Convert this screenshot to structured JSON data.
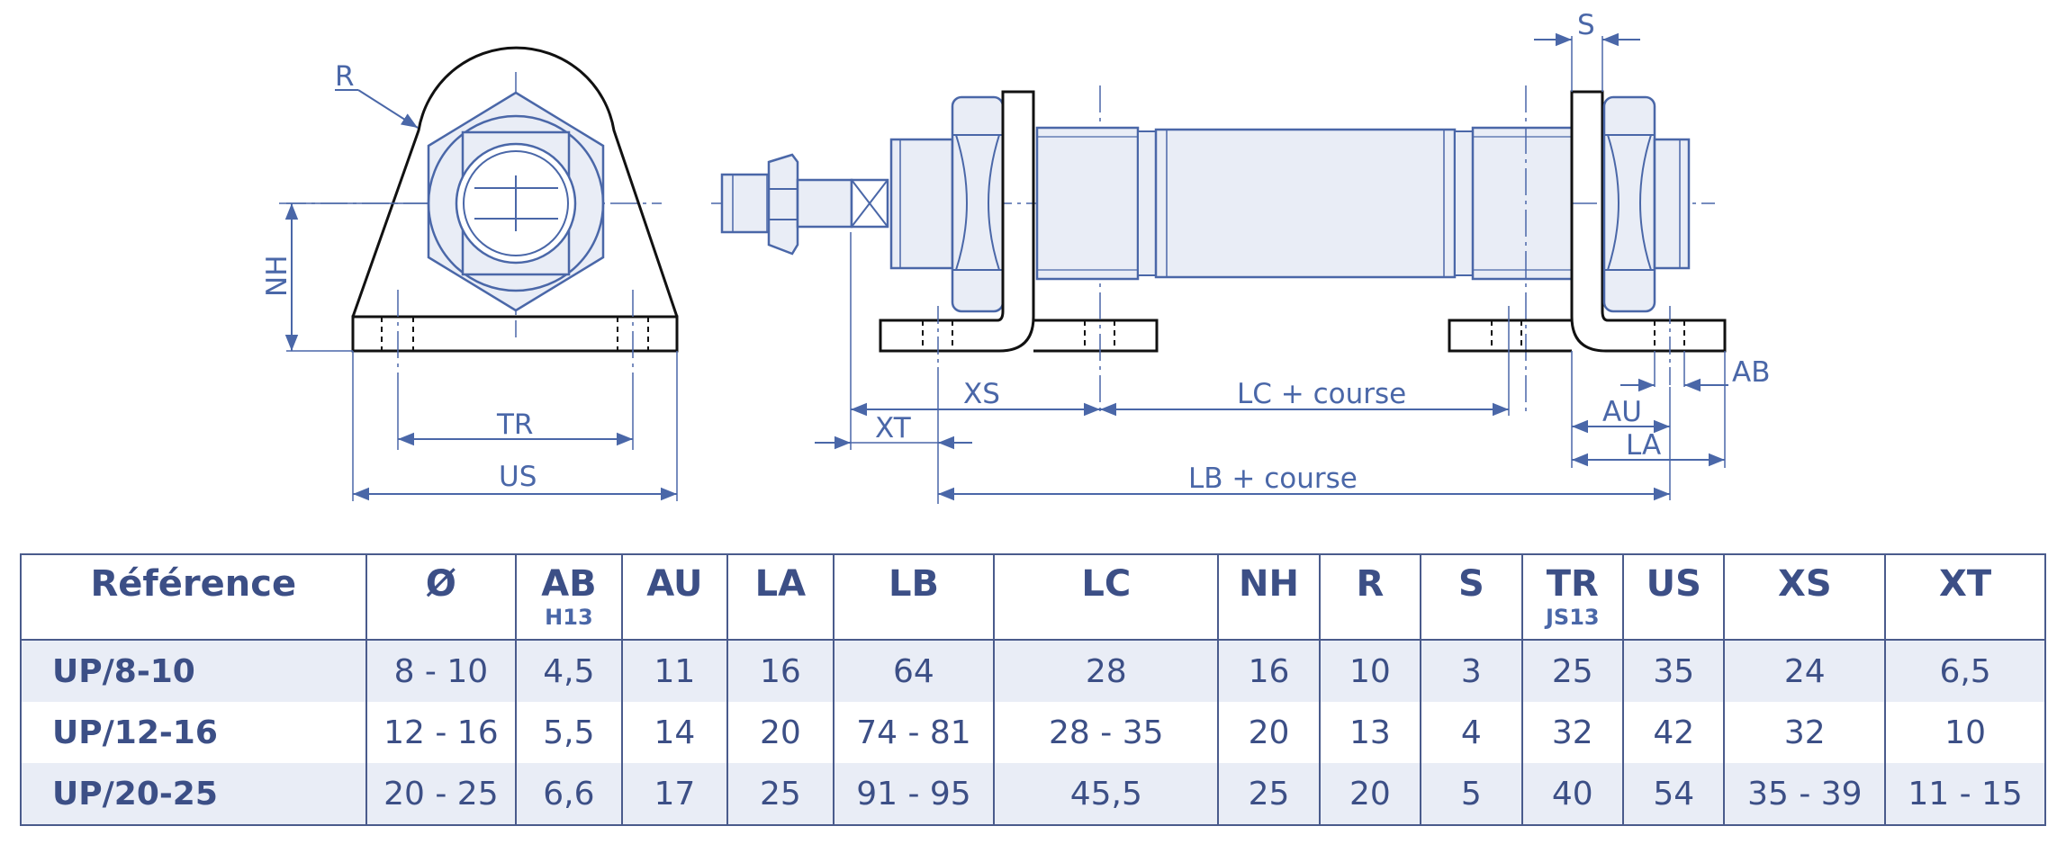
{
  "drawing": {
    "labels": {
      "r": "R",
      "nh": "NH",
      "tr": "TR",
      "us": "US",
      "s": "S",
      "xs": "XS",
      "xt": "XT",
      "lc_course": "LC + course",
      "lb_course": "LB + course",
      "au": "AU",
      "la": "LA",
      "ab": "AB"
    },
    "colors": {
      "line": "#4a67a8",
      "outline": "#111111",
      "part_fill": "#e9edf6"
    }
  },
  "table": {
    "columns": [
      {
        "label": "Référence",
        "sub": ""
      },
      {
        "label": "Ø",
        "sub": ""
      },
      {
        "label": "AB",
        "sub": "H13"
      },
      {
        "label": "AU",
        "sub": ""
      },
      {
        "label": "LA",
        "sub": ""
      },
      {
        "label": "LB",
        "sub": ""
      },
      {
        "label": "LC",
        "sub": ""
      },
      {
        "label": "NH",
        "sub": ""
      },
      {
        "label": "R",
        "sub": ""
      },
      {
        "label": "S",
        "sub": ""
      },
      {
        "label": "TR",
        "sub": "JS13"
      },
      {
        "label": "US",
        "sub": ""
      },
      {
        "label": "XS",
        "sub": ""
      },
      {
        "label": "XT",
        "sub": ""
      }
    ],
    "rows": [
      [
        "UP/8-10",
        "8 - 10",
        "4,5",
        "11",
        "16",
        "64",
        "28",
        "16",
        "10",
        "3",
        "25",
        "35",
        "24",
        "6,5"
      ],
      [
        "UP/12-16",
        "12 - 16",
        "5,5",
        "14",
        "20",
        "74 - 81",
        "28 - 35",
        "20",
        "13",
        "4",
        "32",
        "42",
        "32",
        "10"
      ],
      [
        "UP/20-25",
        "20 - 25",
        "6,6",
        "17",
        "25",
        "91 - 95",
        "45,5",
        "25",
        "20",
        "5",
        "40",
        "54",
        "35 - 39",
        "11 - 15"
      ]
    ],
    "colors": {
      "text": "#3c4f86",
      "border": "#4a5b8c",
      "band": "#e9edf6"
    }
  }
}
